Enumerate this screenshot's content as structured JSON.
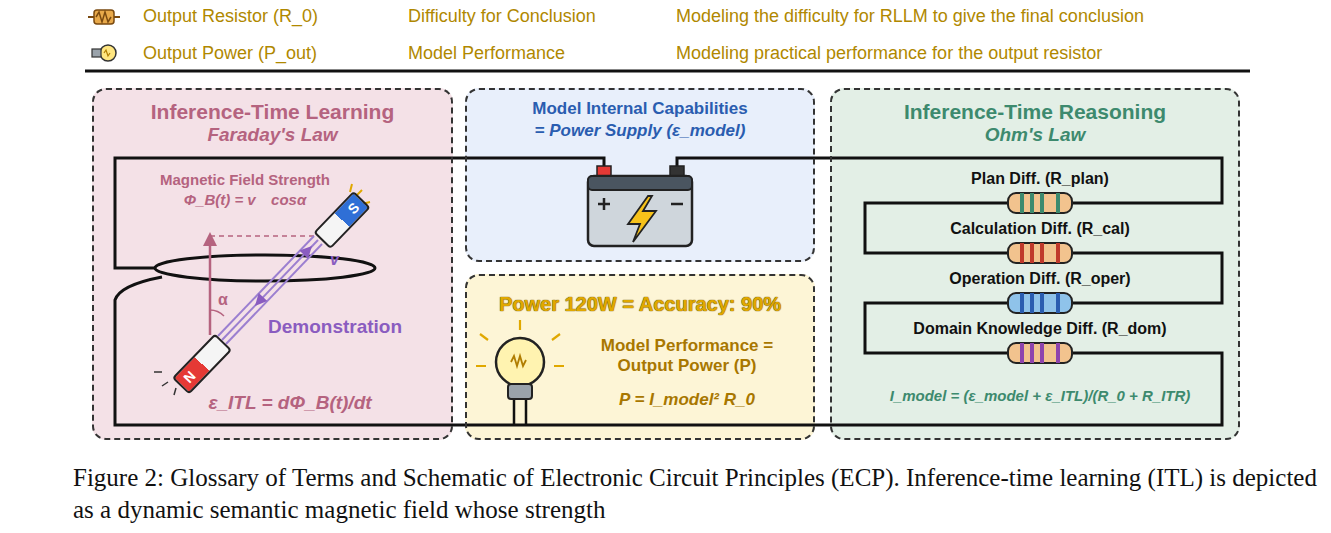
{
  "diagram": {
    "caption": "Figure 2: Glossary of Terms and Schematic of Electronic Circuit Principles (ECP). Inference-time learning (ITL) is depicted as a dynamic semantic magnetic field whose strength",
    "nodes": [
      {
        "text": [
          "Inference-Time Learning",
          "Faraday's Law"
        ]
      },
      {
        "text": [
          "S"
        ],
        "in": 0
      },
      {
        "text": [
          "N"
        ],
        "in": 0
      },
      {
        "text": [
          "Model Internal Capabilities",
          "= Power Supply (ε_model)"
        ]
      },
      {
        "text": [
          "Power 120W = Accuracy: 90%",
          "Model Performance = Output Power (P)",
          "P = I_model² R_0"
        ]
      },
      {
        "text": [
          "Inference-Time Reasoning",
          "Ohm's Law"
        ]
      }
    ],
    "edges": [
      {
        "from": 0,
        "to": 3,
        "arrow": "none"
      },
      {
        "from": 3,
        "to": 5,
        "arrow": "none"
      },
      {
        "from": 0,
        "to": 4,
        "arrow": "none"
      },
      {
        "from": 4,
        "to": 5,
        "arrow": "none"
      }
    ],
    "labels": [
      "Output Resistor (R_0)",
      "Difficulty for Conclusion",
      "Modeling the difficulty for RLLM to give the final conclusion",
      "Output Power (P_out)",
      "Model Performance",
      "Modeling practical performance for the output resistor",
      "Magnetic Field Strength",
      "Φ_B(t) = v⃗ cosα",
      "v⃗",
      "α",
      "Demonstration",
      "ε_ITL = dΦ_B(t)/dt",
      "Plan Diff. (R_plan)",
      "Calculation Diff. (R_cal)",
      "Operation Diff. (R_oper)",
      "Domain Knowledge Diff. (R_dom)",
      "I_model = (ε_model + ε_ITL)/(R_0 + R_ITR)"
    ]
  }
}
